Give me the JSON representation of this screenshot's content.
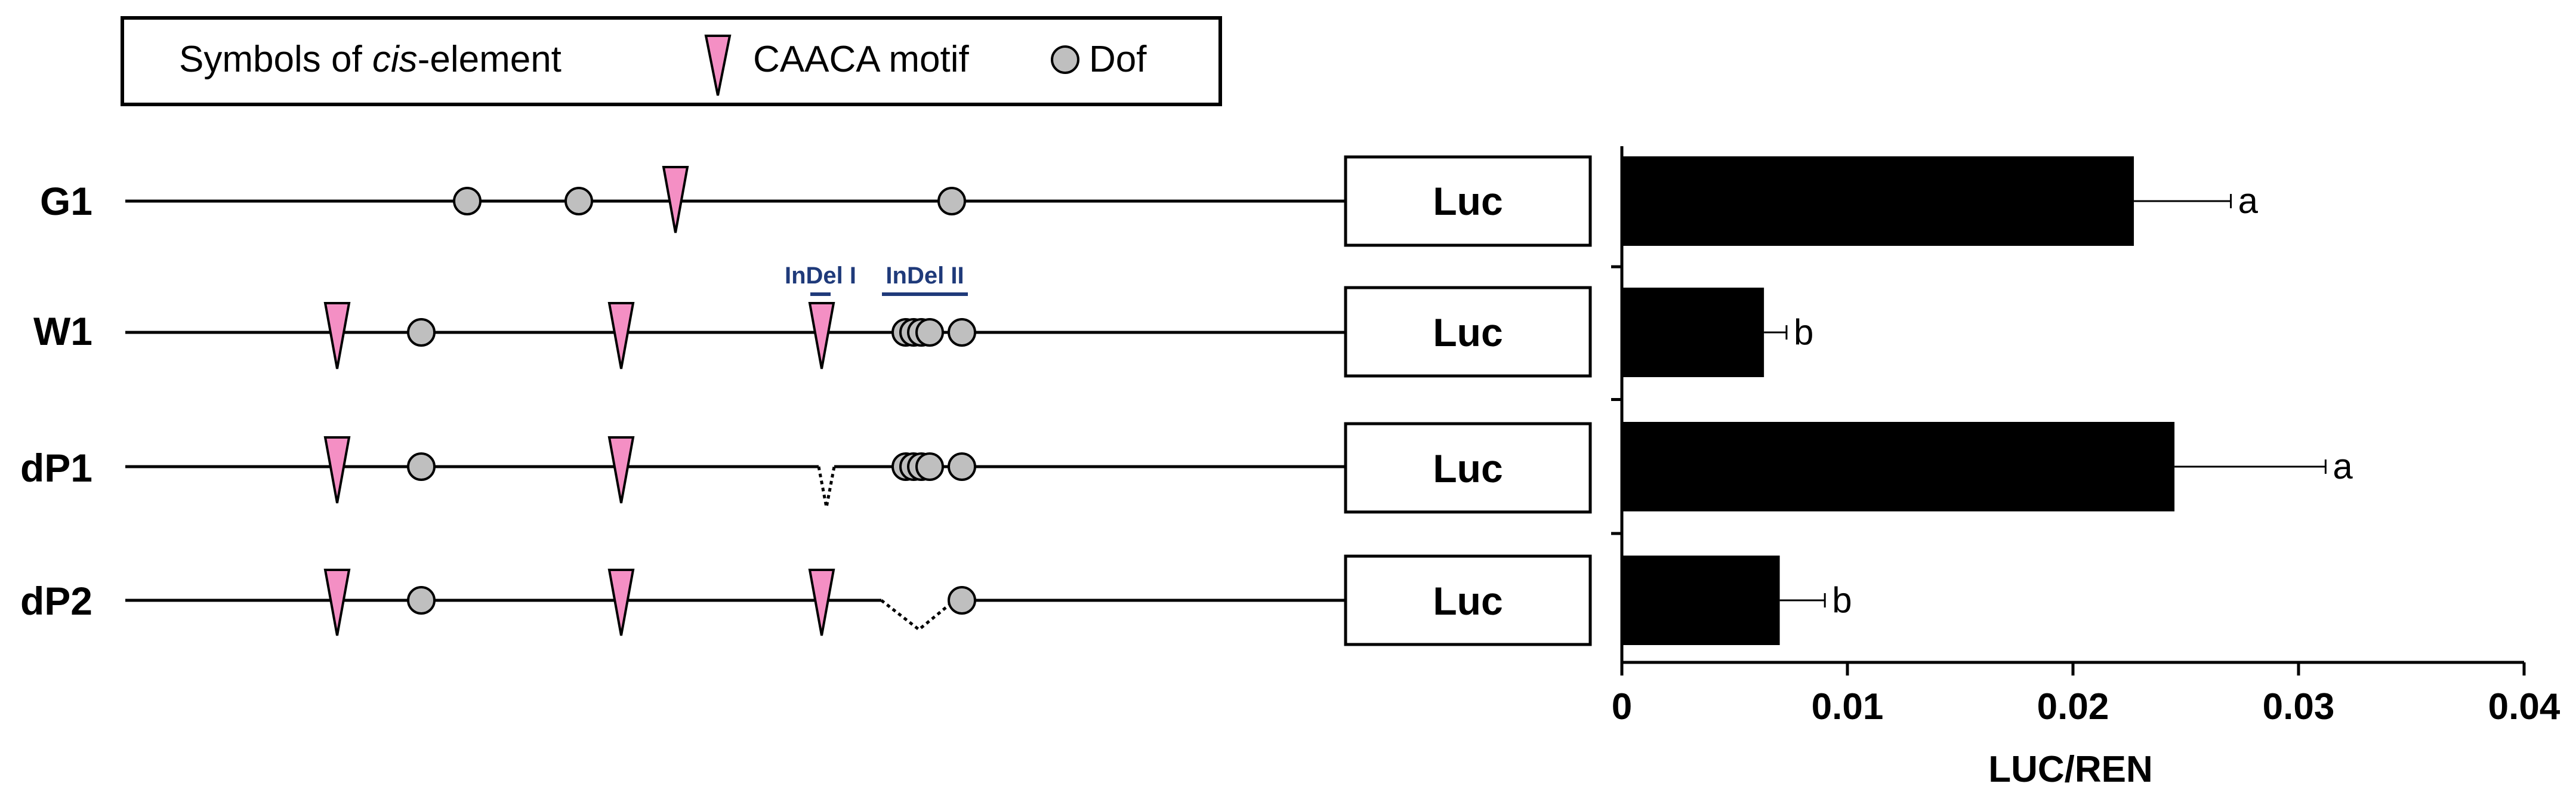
{
  "legend": {
    "title_prefix": "Symbols of ",
    "title_italic": "cis",
    "title_suffix": "-element",
    "caaca_label": "CAACA motif",
    "dof_label": "Dof"
  },
  "annotations": {
    "indel_1": "InDel I",
    "indel_2": "InDel II"
  },
  "reporter_label": "Luc",
  "constructs": [
    {
      "name": "G1"
    },
    {
      "name": "W1"
    },
    {
      "name": "dP1"
    },
    {
      "name": "dP2"
    }
  ],
  "colors": {
    "caaca": "#f48fc4",
    "dof": "#bfbfbf",
    "bar": "#000000",
    "indel": "#1f3a7a"
  },
  "chart_data": {
    "type": "bar",
    "orientation": "horizontal",
    "categories": [
      "G1",
      "W1",
      "dP1",
      "dP2"
    ],
    "values": [
      0.0227,
      0.0063,
      0.0245,
      0.007
    ],
    "errors": [
      0.0043,
      0.001,
      0.0067,
      0.002
    ],
    "significance": [
      "a",
      "b",
      "a",
      "b"
    ],
    "xlabel": "LUC/REN",
    "xlim": [
      0,
      0.04
    ],
    "xticks": [
      "0",
      "0.01",
      "0.02",
      "0.03",
      "0.04"
    ],
    "grid": false
  }
}
